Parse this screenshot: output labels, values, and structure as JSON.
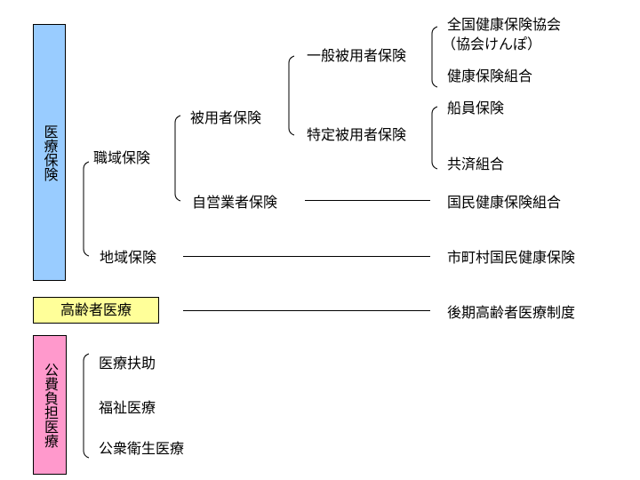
{
  "categories": {
    "medical_insurance": {
      "label": "医療保険",
      "color": "#99ccff"
    },
    "elderly_care": {
      "label": "高齢者医療",
      "color": "#ffff99"
    },
    "public_expense": {
      "label": "公費負担医療",
      "color": "#ff99cc"
    }
  },
  "nodes": {
    "occupational": "職域保険",
    "regional": "地域保険",
    "employee": "被用者保険",
    "self_employed": "自営業者保険",
    "general_employee": "一般被用者保険",
    "specific_employee": "特定被用者保険",
    "kyokai": "全国健康保険協会",
    "kyokai_sub": "（協会けんぽ）",
    "health_union": "健康保険組合",
    "seamen": "船員保険",
    "mutual_aid": "共済組合",
    "nhi_union": "国民健康保険組合",
    "municipal_nhi": "市町村国民健康保険",
    "late_elderly": "後期高齢者医療制度",
    "public_assistance": "医療扶助",
    "welfare_medical": "福祉医療",
    "public_health": "公衆衛生医療"
  }
}
